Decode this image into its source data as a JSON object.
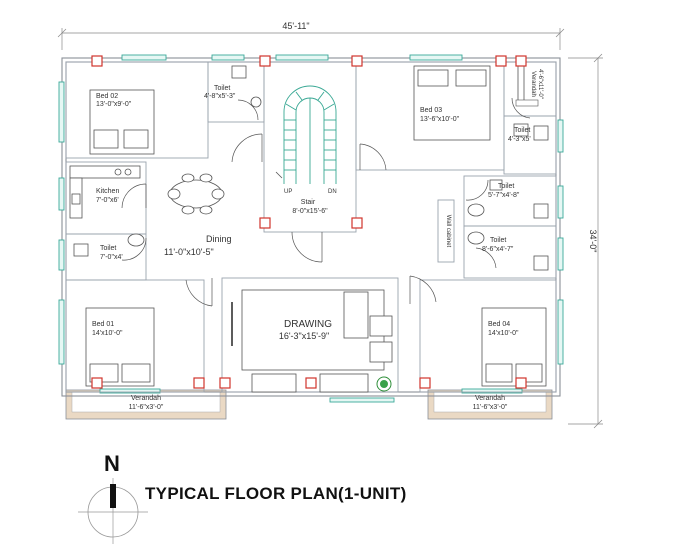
{
  "caption": "TYPICAL FLOOR PLAN(1-UNIT)",
  "north": "N",
  "dimensions": {
    "width": "45'-11\"",
    "depth": "34'-0\""
  },
  "rooms": {
    "bed02": {
      "name": "Bed 02",
      "size": "13'-0\"x9'-0\""
    },
    "bed03": {
      "name": "Bed 03",
      "size": "13'-6\"x10'-0\""
    },
    "bed01": {
      "name": "Bed 01",
      "size": "14'x10'-0\""
    },
    "bed04": {
      "name": "Bed 04",
      "size": "14'x10'-0\""
    },
    "toilet_top": {
      "name": "Toilet",
      "size": "4'-8\"x5'-3\""
    },
    "verandah_side": {
      "name": "Verandah",
      "size": "4'-6\"x11'-0\""
    },
    "toilet_right": {
      "name": "Toilet",
      "size": "4'-3\"x5'"
    },
    "toilet_mid": {
      "name": "Toilet",
      "size": "5'-7\"x4'-8\""
    },
    "toilet_mid2": {
      "name": "Toilet",
      "size": "8'-6\"x4'-7\""
    },
    "kitchen": {
      "name": "Kitchen",
      "size": "7'-0\"x6'"
    },
    "toilet_left": {
      "name": "Toilet",
      "size": "7'-0\"x4'"
    },
    "dining": {
      "name": "Dining",
      "size": "11'-0\"x10'-5\""
    },
    "stair": {
      "name": "Stair",
      "size": "8'-0\"x15'-6\"",
      "up": "UP",
      "dn": "DN"
    },
    "wall_cabinet": {
      "name": "Wall cabinet"
    },
    "drawing": {
      "name": "DRAWING",
      "size": "16'-3\"x15'-9\""
    },
    "verandah_left": {
      "name": "Verandah",
      "size": "11'-6\"x3'-0\""
    },
    "verandah_right": {
      "name": "Verandah",
      "size": "11'-6\"x3'-0\""
    }
  },
  "colors": {
    "wall": "#8a8f98",
    "window": "#3aa99a",
    "column": "#d0342c",
    "verandah": "#ead9c4"
  }
}
